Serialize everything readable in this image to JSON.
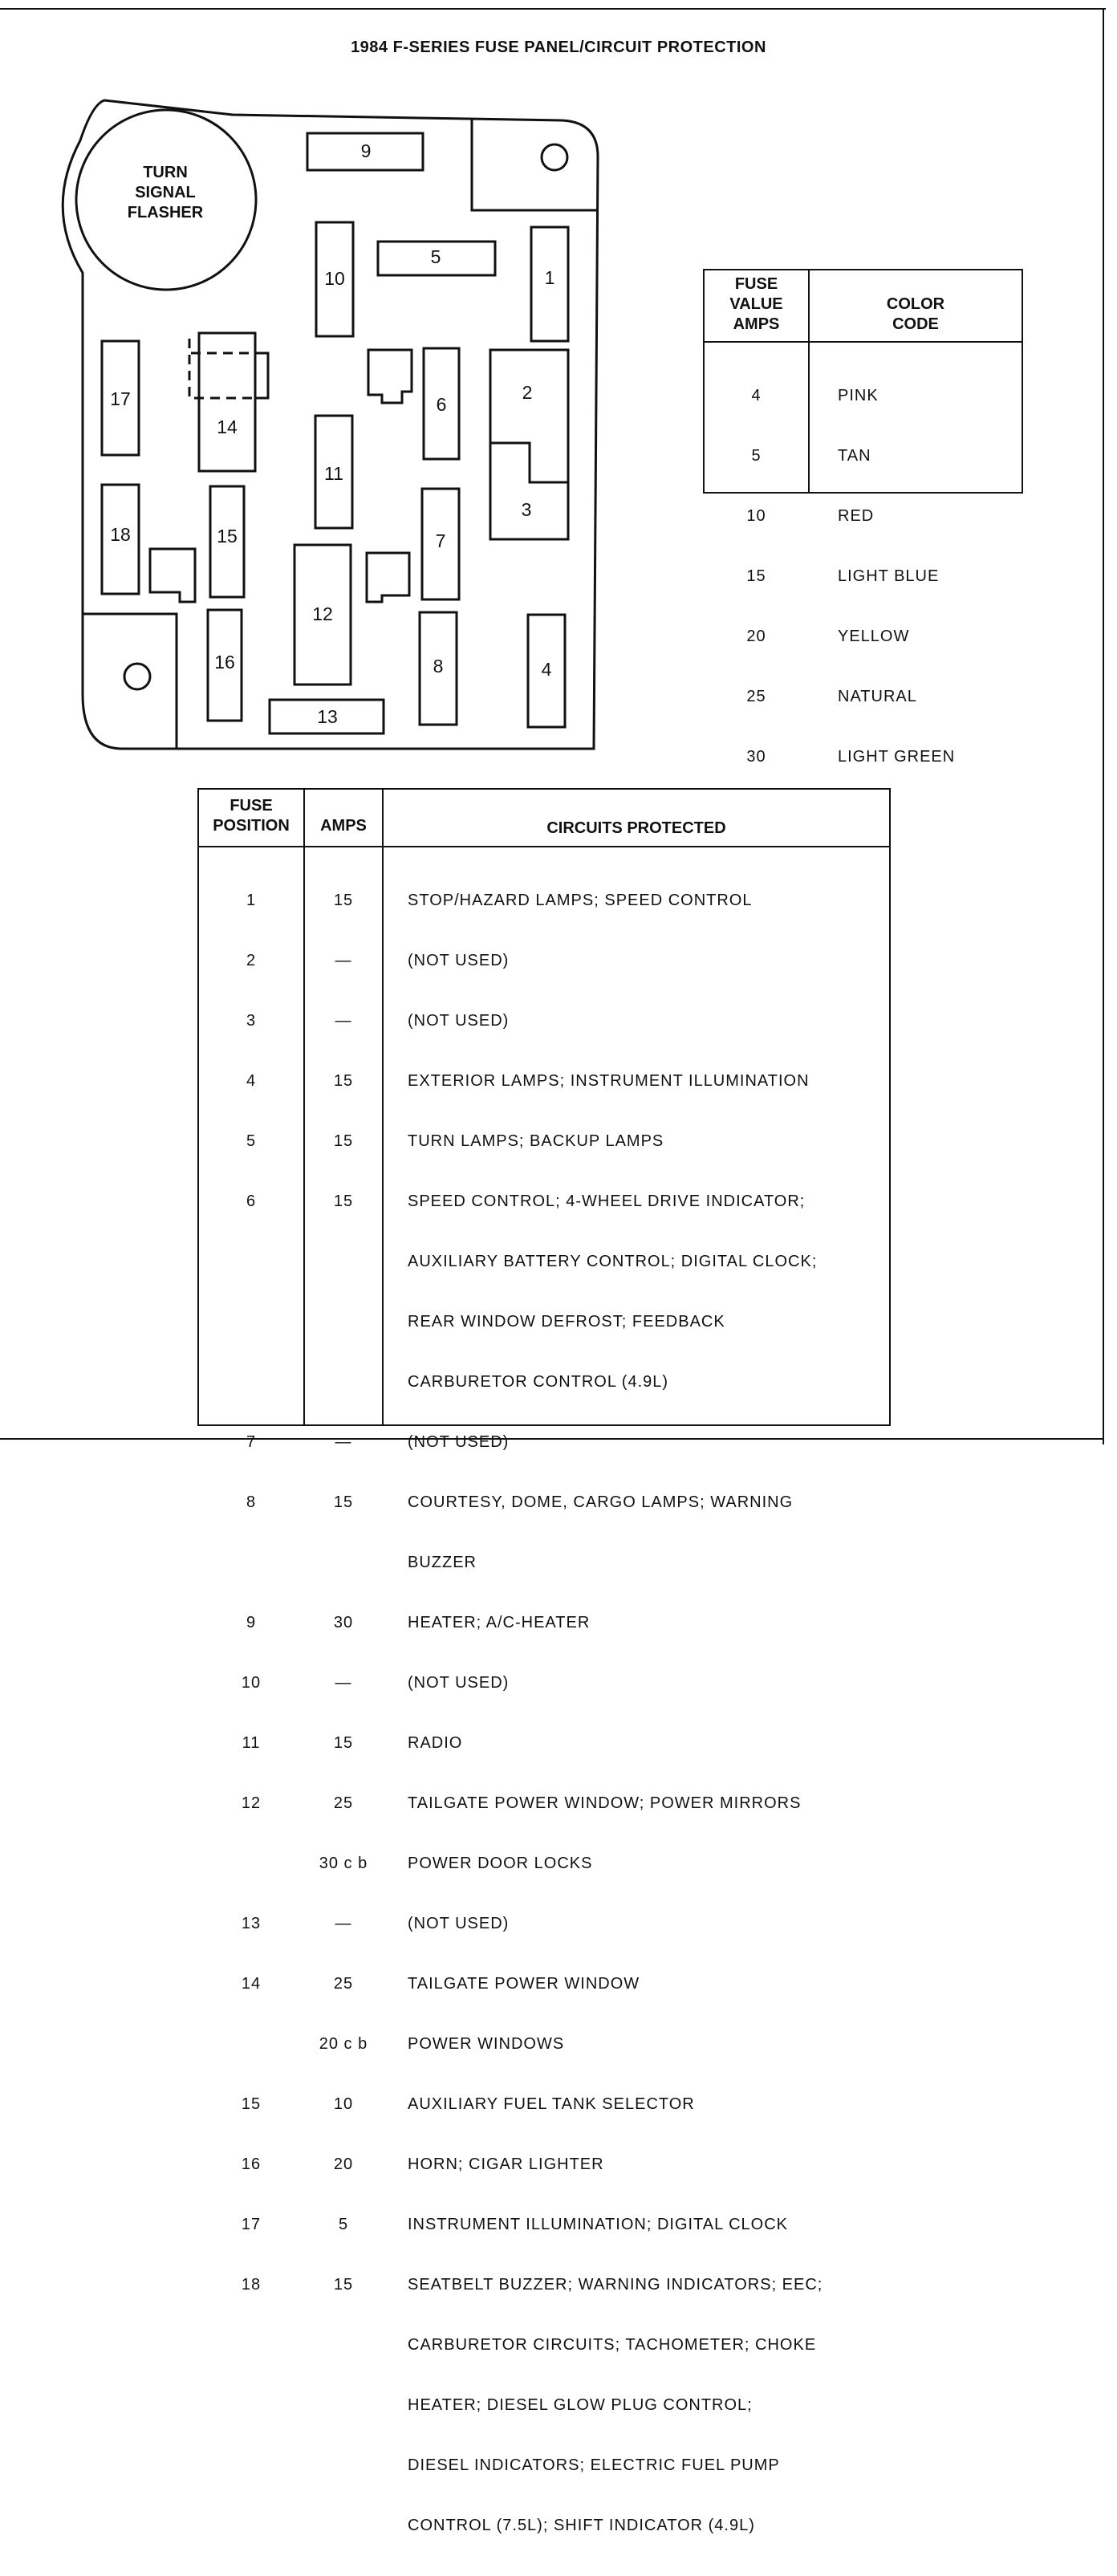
{
  "title": "1984 F-SERIES FUSE PANEL/CIRCUIT PROTECTION",
  "panel": {
    "flasher_lines": [
      "TURN",
      "SIGNAL",
      "FLASHER"
    ],
    "fuse_labels": [
      "1",
      "2",
      "3",
      "4",
      "5",
      "6",
      "7",
      "8",
      "9",
      "10",
      "11",
      "12",
      "13",
      "14",
      "15",
      "16",
      "17",
      "18"
    ]
  },
  "color_table": {
    "headers": {
      "value": [
        "FUSE",
        "VALUE",
        "AMPS"
      ],
      "color": [
        "COLOR",
        "CODE"
      ]
    },
    "rows": [
      {
        "amps": "4",
        "color": "PINK"
      },
      {
        "amps": "5",
        "color": "TAN"
      },
      {
        "amps": "10",
        "color": "RED"
      },
      {
        "amps": "15",
        "color": "LIGHT BLUE"
      },
      {
        "amps": "20",
        "color": "YELLOW"
      },
      {
        "amps": "25",
        "color": "NATURAL"
      },
      {
        "amps": "30",
        "color": "LIGHT GREEN"
      }
    ]
  },
  "circuit_table": {
    "headers": {
      "position": [
        "FUSE",
        "POSITION"
      ],
      "amps": "AMPS",
      "circuits": "CIRCUITS PROTECTED"
    },
    "rows": [
      {
        "pos": "1",
        "amps": "15",
        "desc": "STOP/HAZARD LAMPS; SPEED CONTROL"
      },
      {
        "pos": "2",
        "amps": "—",
        "desc": "(NOT USED)"
      },
      {
        "pos": "3",
        "amps": "—",
        "desc": "(NOT USED)"
      },
      {
        "pos": "4",
        "amps": "15",
        "desc": "EXTERIOR LAMPS; INSTRUMENT ILLUMINATION"
      },
      {
        "pos": "5",
        "amps": "15",
        "desc": "TURN LAMPS; BACKUP LAMPS"
      },
      {
        "pos": "6",
        "amps": "15",
        "desc": "SPEED CONTROL; 4-WHEEL DRIVE INDICATOR;"
      },
      {
        "pos": "",
        "amps": "",
        "desc": "AUXILIARY BATTERY CONTROL; DIGITAL CLOCK;"
      },
      {
        "pos": "",
        "amps": "",
        "desc": "REAR WINDOW DEFROST; FEEDBACK"
      },
      {
        "pos": "",
        "amps": "",
        "desc": "CARBURETOR CONTROL (4.9L)"
      },
      {
        "pos": "7",
        "amps": "—",
        "desc": "(NOT USED)"
      },
      {
        "pos": "8",
        "amps": "15",
        "desc": "COURTESY, DOME, CARGO LAMPS; WARNING"
      },
      {
        "pos": "",
        "amps": "",
        "desc": "BUZZER"
      },
      {
        "pos": "9",
        "amps": "30",
        "desc": "HEATER; A/C-HEATER"
      },
      {
        "pos": "10",
        "amps": "—",
        "desc": "(NOT USED)"
      },
      {
        "pos": "11",
        "amps": "15",
        "desc": "RADIO"
      },
      {
        "pos": "12",
        "amps": "25",
        "desc": "TAILGATE POWER WINDOW; POWER MIRRORS"
      },
      {
        "pos": "",
        "amps": "30 c b",
        "desc": "POWER DOOR LOCKS"
      },
      {
        "pos": "13",
        "amps": "—",
        "desc": "(NOT USED)"
      },
      {
        "pos": "14",
        "amps": "25",
        "desc": "TAILGATE POWER WINDOW"
      },
      {
        "pos": "",
        "amps": "20 c b",
        "desc": "POWER WINDOWS"
      },
      {
        "pos": "15",
        "amps": "10",
        "desc": "AUXILIARY FUEL TANK SELECTOR"
      },
      {
        "pos": "16",
        "amps": "20",
        "desc": "HORN; CIGAR LIGHTER"
      },
      {
        "pos": "17",
        "amps": "5",
        "desc": "INSTRUMENT ILLUMINATION; DIGITAL CLOCK"
      },
      {
        "pos": "18",
        "amps": "15",
        "desc": "SEATBELT BUZZER; WARNING INDICATORS; EEC;"
      },
      {
        "pos": "",
        "amps": "",
        "desc": "CARBURETOR CIRCUITS; TACHOMETER; CHOKE"
      },
      {
        "pos": "",
        "amps": "",
        "desc": "HEATER; DIESEL GLOW PLUG CONTROL;"
      },
      {
        "pos": "",
        "amps": "",
        "desc": "DIESEL INDICATORS; ELECTRIC FUEL PUMP"
      },
      {
        "pos": "",
        "amps": "",
        "desc": "CONTROL (7.5L); SHIFT INDICATOR (4.9L)"
      }
    ]
  }
}
